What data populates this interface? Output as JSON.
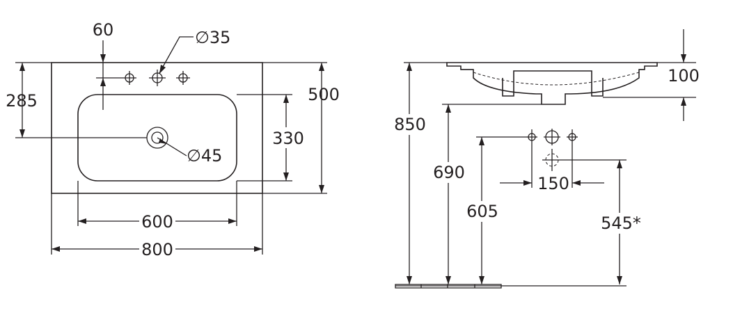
{
  "top_view": {
    "tap_offset": "60",
    "tap_hole_diameter": "∅35",
    "overflow_height": "285",
    "waste_diameter": "∅45",
    "bowl_depth": "330",
    "overall_depth": "500",
    "bowl_width": "600",
    "overall_width": "800"
  },
  "side_view": {
    "overall_height": "850",
    "basin_thickness": "100",
    "underside_height": "690",
    "fitting_height": "605",
    "fitting_spacing": "150",
    "outlet_height": "545*"
  }
}
